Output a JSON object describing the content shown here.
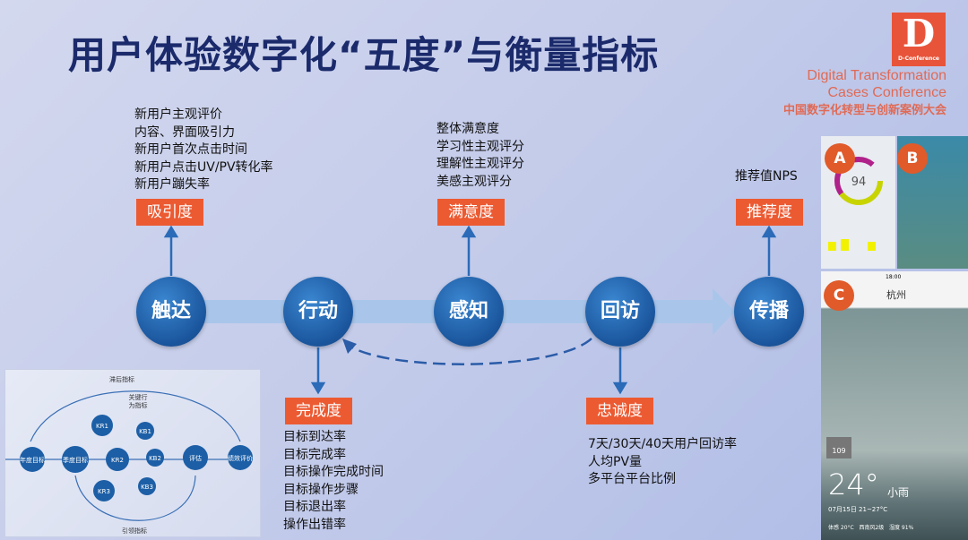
{
  "title": "用户体验数字化“五度”与衡量指标",
  "logo": {
    "letter": "D",
    "caption": "D-Conference",
    "line1": "Digital Transformation",
    "line2": "Cases Conference",
    "line3": "中国数字化转型与创新案例大会"
  },
  "nodes": [
    "触达",
    "行动",
    "感知",
    "回访",
    "传播"
  ],
  "tags": {
    "attraction": "吸引度",
    "satisfaction": "满意度",
    "recommend": "推荐度",
    "completion": "完成度",
    "loyalty": "忠诚度"
  },
  "lists": {
    "attraction": [
      "新用户主观评价",
      "内容、界面吸引力",
      "新用户首次点击时间",
      "新用户点击UV/PV转化率",
      "新用户蹦失率"
    ],
    "satisfaction": [
      "整体满意度",
      "学习性主观评分",
      "理解性主观评分",
      "美感主观评分"
    ],
    "recommend": [
      "推荐值NPS"
    ],
    "completion": [
      "目标到达率",
      "目标完成率",
      "目标操作完成时间",
      "目标操作步骤",
      "目标退出率",
      "操作出错率"
    ],
    "loyalty": [
      "7天/30天/40天用户回访率",
      "人均PV量",
      "多平台平台比例"
    ]
  },
  "okr_diagram": {
    "top": "滞后指标",
    "key": "关键行",
    "key2": "为指标",
    "bottom": "引领指标",
    "nodes": [
      "年度目标",
      "季度目标",
      "KR1",
      "KR2",
      "KR3",
      "KB1",
      "KB2",
      "KB3",
      "评估",
      "绩效评价"
    ]
  },
  "screens": {
    "a": "A",
    "b": "B",
    "c": "C",
    "a_score": "94",
    "c_city": "杭州",
    "c_time": "18:00",
    "c_temp": "24°",
    "c_weather": "小雨",
    "c_date": "07月15日 21~27°C",
    "c_aqi": "109",
    "c_bottom": "体感 20°C   西南风2级   湿度 91%"
  },
  "colors": {
    "title": "#1b2a6b",
    "tag": "#ec5a32",
    "node": "#1a559c"
  }
}
